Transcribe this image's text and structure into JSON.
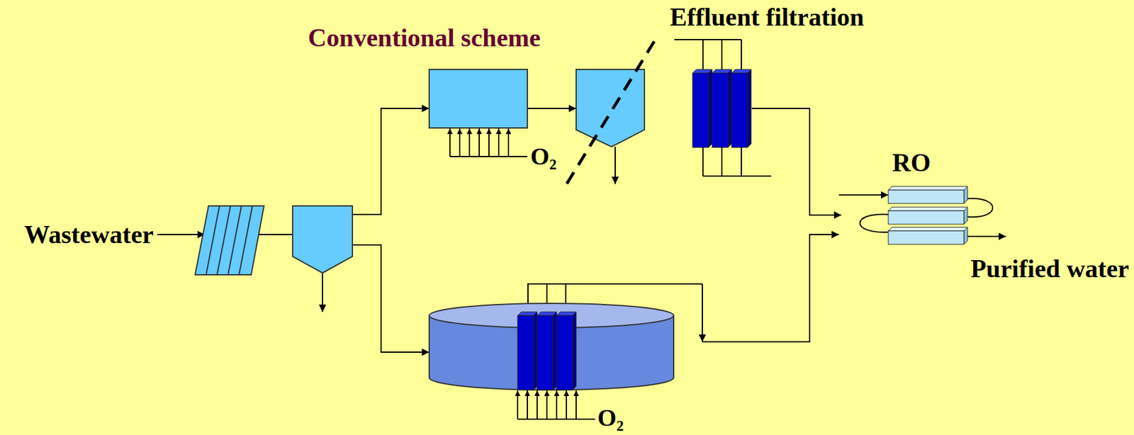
{
  "diagram": {
    "nodes": [
      {
        "text": [
          "Effluent filtration"
        ]
      },
      {
        "text": [
          "RO"
        ]
      }
    ],
    "edges": [
      {
        "from": 0,
        "to": 1,
        "arrow": "to"
      }
    ],
    "labels": [
      "Conventional scheme",
      "Wastewater",
      "O₂",
      "O₂",
      "Purified water"
    ]
  }
}
